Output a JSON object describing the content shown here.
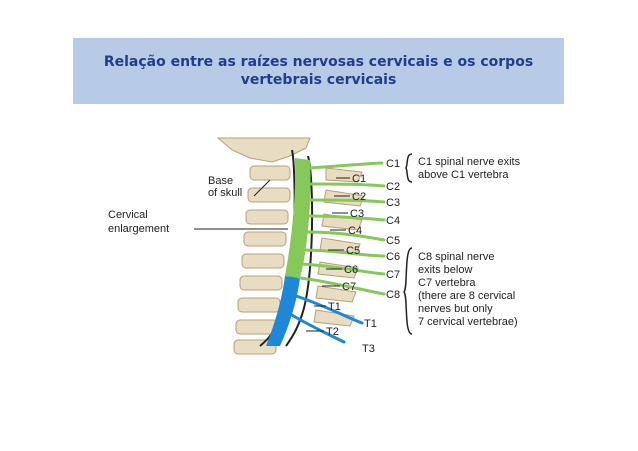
{
  "slide": {
    "title": "Relação entre as raízes nervosas cervicais e os corpos vertebrais cervicais"
  },
  "diagram": {
    "colors": {
      "cervical_cord": "#86c95a",
      "thoracic_cord": "#1e88d8",
      "bone": "#e8dcc3",
      "title_band": "#b7cbe6"
    },
    "labels": {
      "base_of_skull": [
        "Base",
        "of skull"
      ],
      "cervical_enlargement": [
        "Cervical",
        "enlargement"
      ],
      "vertebrae": [
        "C1",
        "C2",
        "C3",
        "C4",
        "C5",
        "C6",
        "C7",
        "T1",
        "T2",
        "T3"
      ],
      "nerves": [
        "C1",
        "C2",
        "C3",
        "C4",
        "C5",
        "C6",
        "C7",
        "C8",
        "T1"
      ],
      "note_top": [
        "C1 spinal nerve exits",
        "above C1 vertebra"
      ],
      "note_bottom": [
        "C8 spinal nerve",
        "exits below",
        "C7 vertebra",
        "(there are 8 cervical",
        "nerves but only",
        "7 cervical vertebrae)"
      ]
    }
  }
}
